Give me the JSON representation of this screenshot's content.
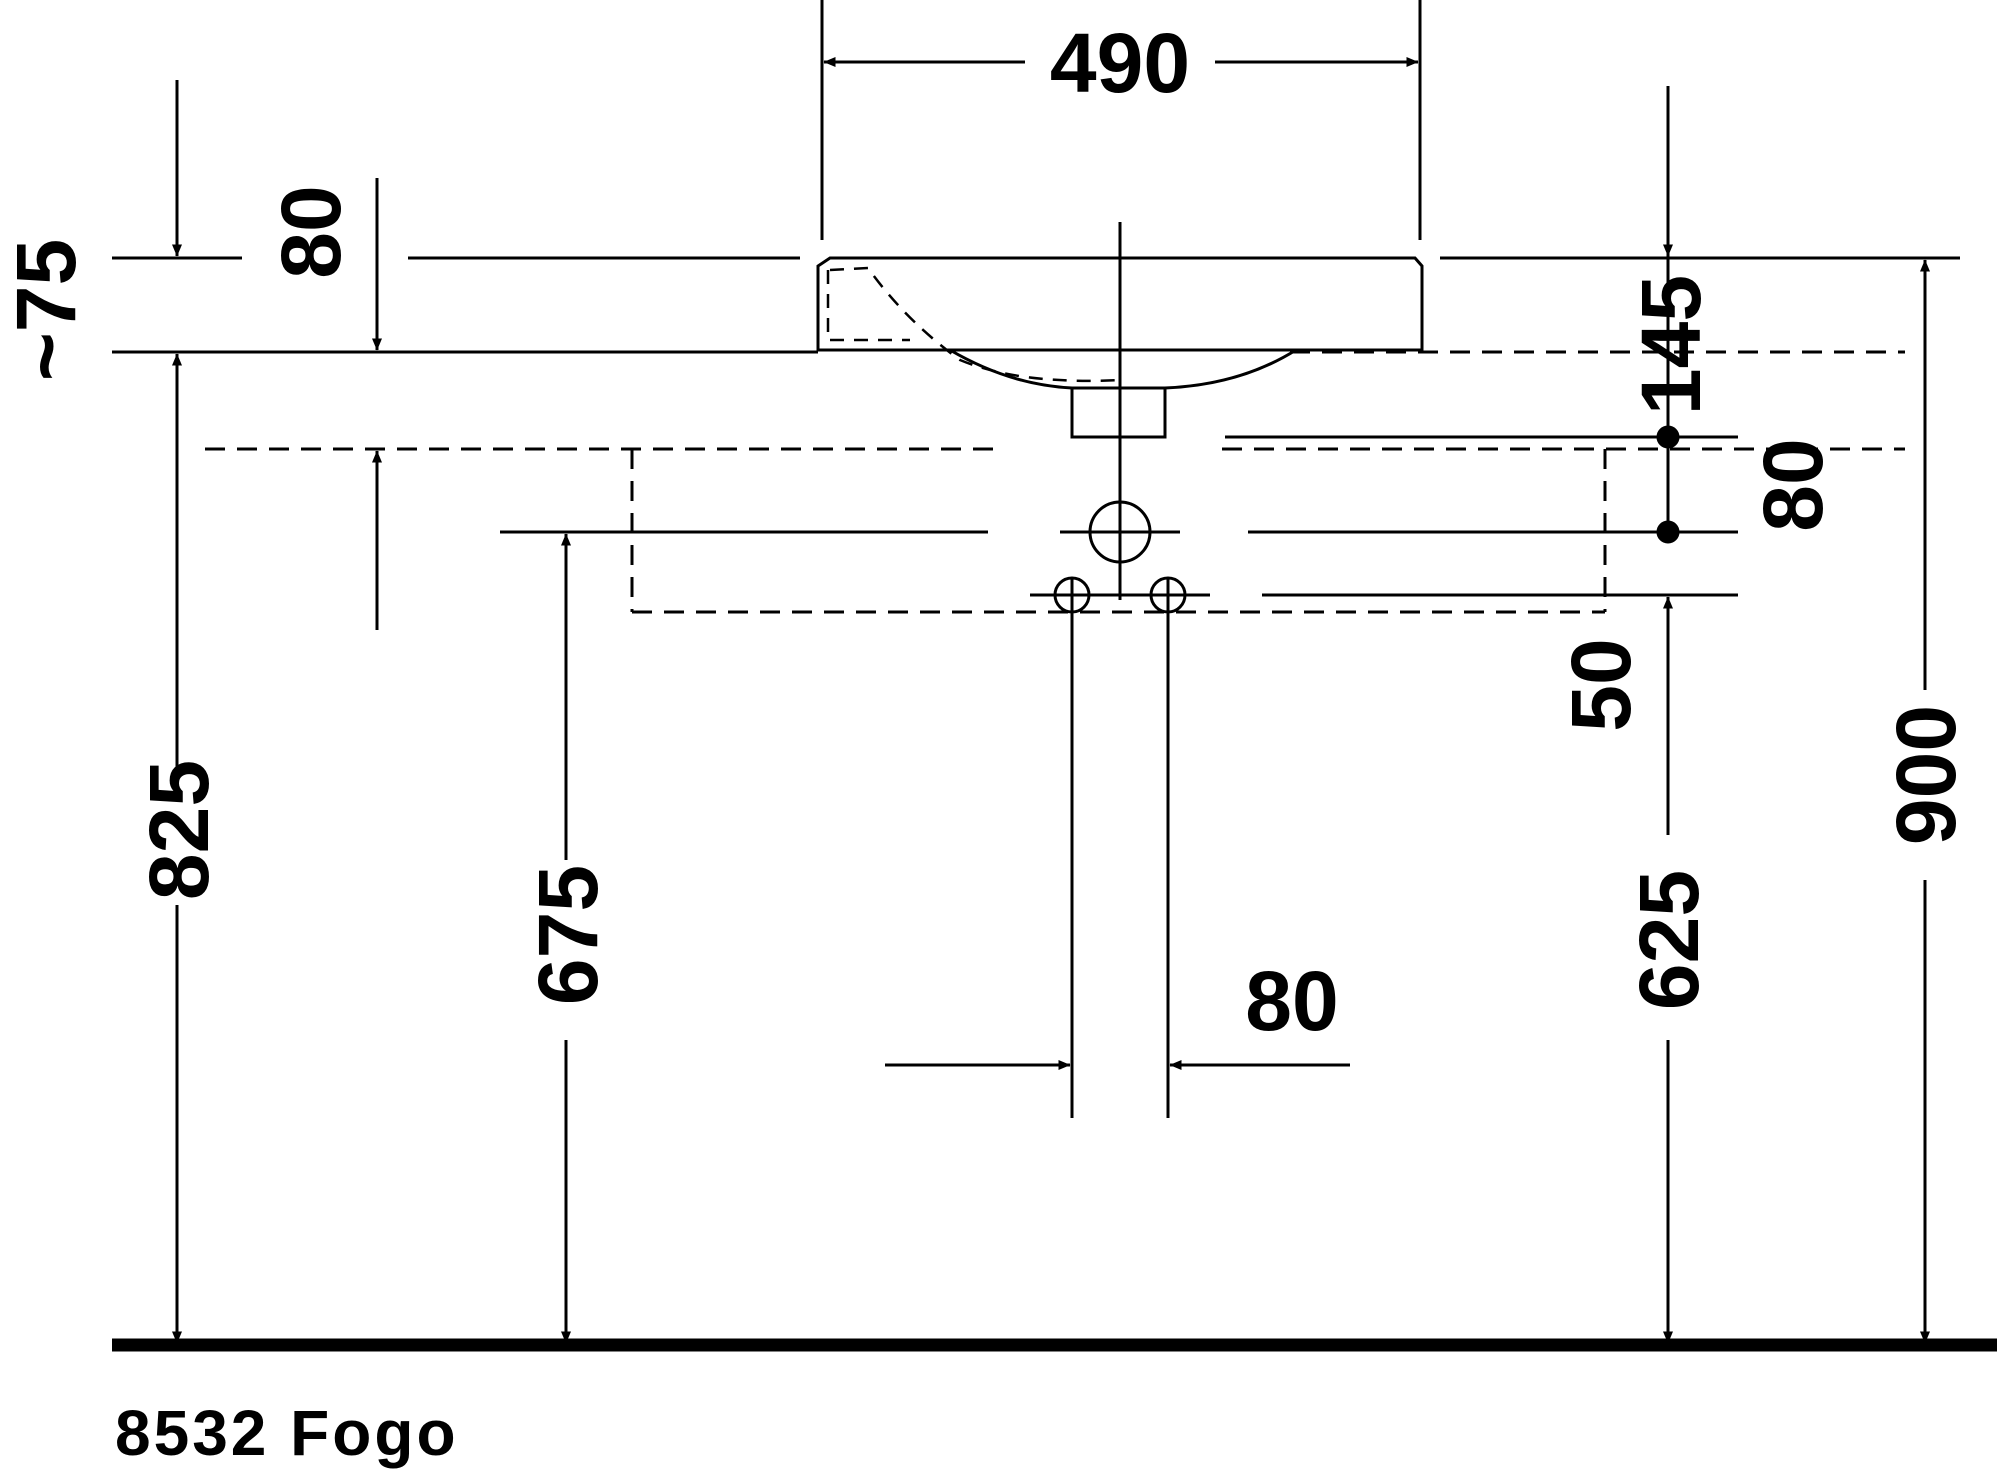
{
  "drawing": {
    "caption": "8532 Fogo",
    "dimensions": {
      "basin_width": "490",
      "rim_thickness": "80",
      "approx_offset": "~75",
      "basin_depth": "145",
      "outlet_spacing": "80",
      "lower_offset": "50",
      "total_height": "900",
      "rim_height": "825",
      "waste_height": "675",
      "supply_height": "625",
      "supply_spacing": "80"
    },
    "colors": {
      "line": "#000000",
      "background": "#ffffff"
    }
  }
}
